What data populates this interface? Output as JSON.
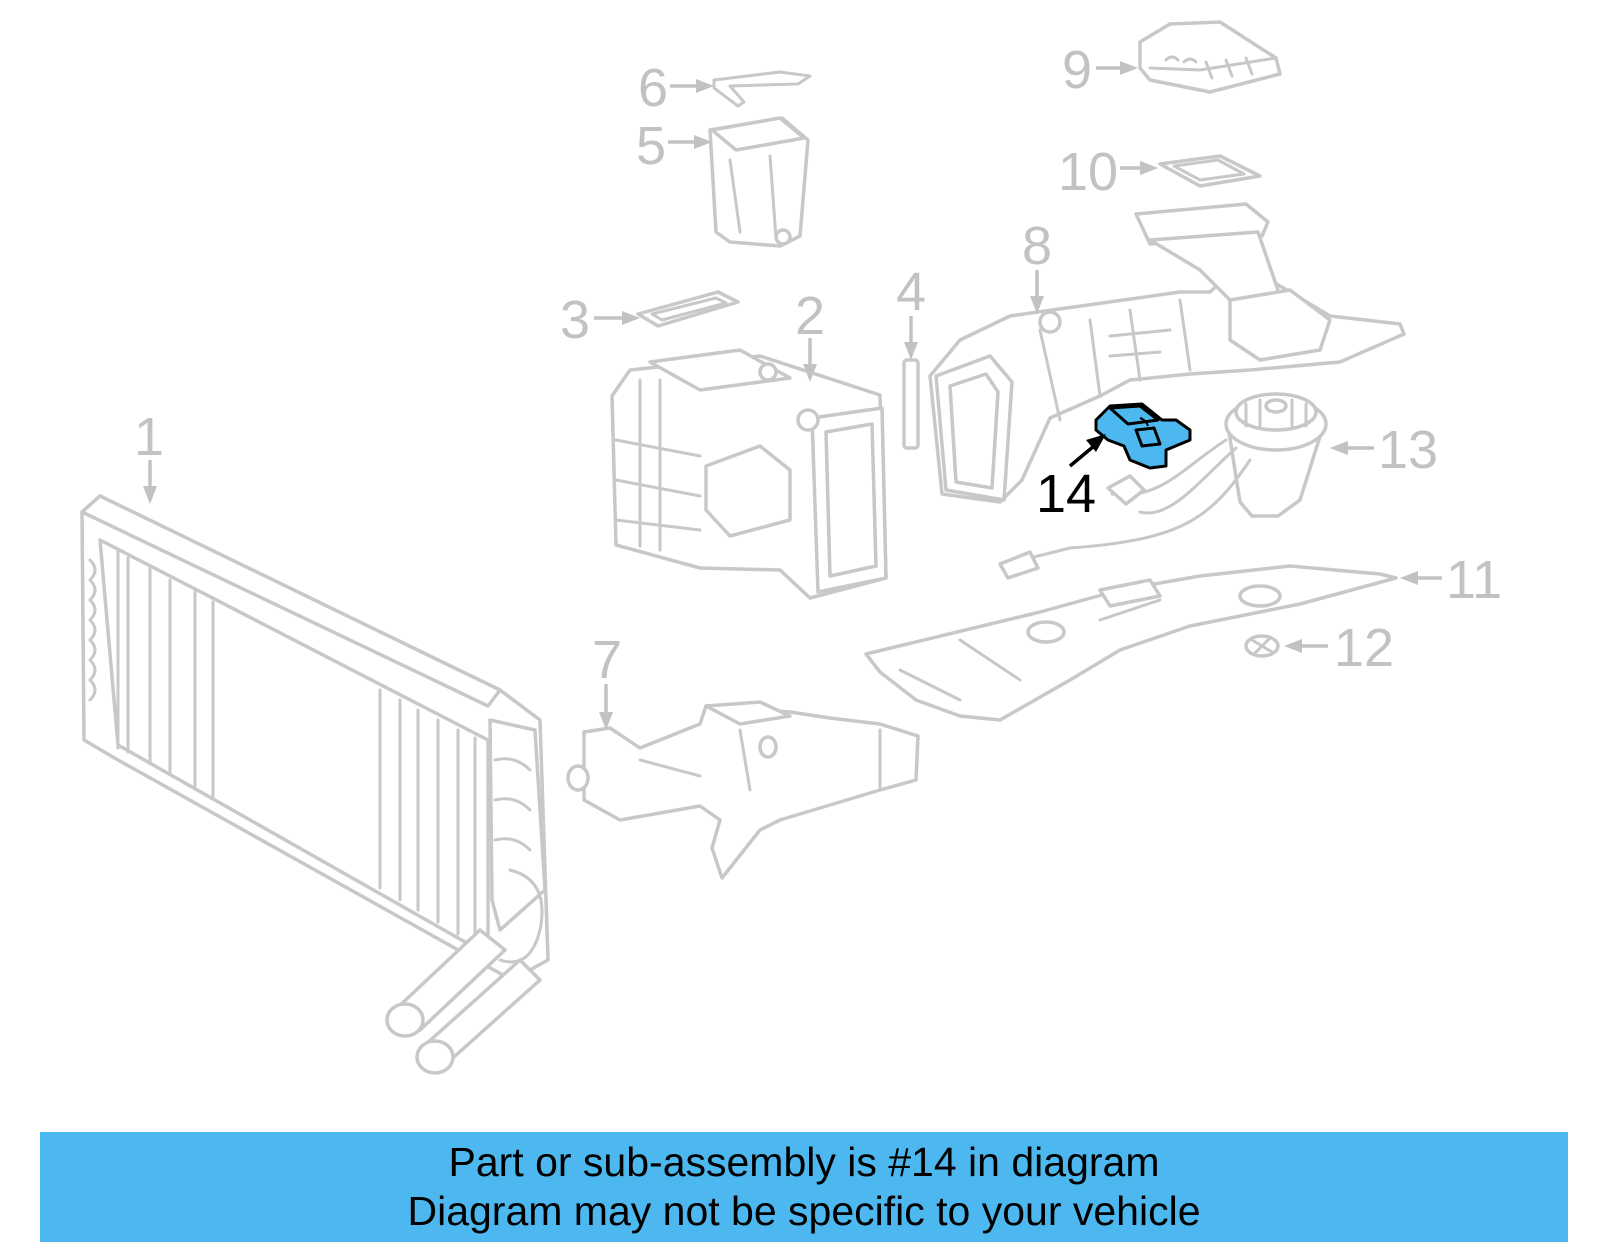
{
  "colors": {
    "part_stroke": "#c8c8c8",
    "callout_gray": "#c2c2c2",
    "highlight_fill": "#4cb8ef",
    "banner_bg": "#4cb8ef",
    "text_black": "#000000"
  },
  "callouts": {
    "c1": "1",
    "c2": "2",
    "c3": "3",
    "c4": "4",
    "c5": "5",
    "c6": "6",
    "c7": "7",
    "c8": "8",
    "c9": "9",
    "c10": "10",
    "c11": "11",
    "c12": "12",
    "c13": "13",
    "c14": "14"
  },
  "highlighted_part": "14",
  "banner": {
    "line1": "Part or sub-assembly is #14 in diagram",
    "line2": "Diagram may not be specific to your vehicle"
  }
}
